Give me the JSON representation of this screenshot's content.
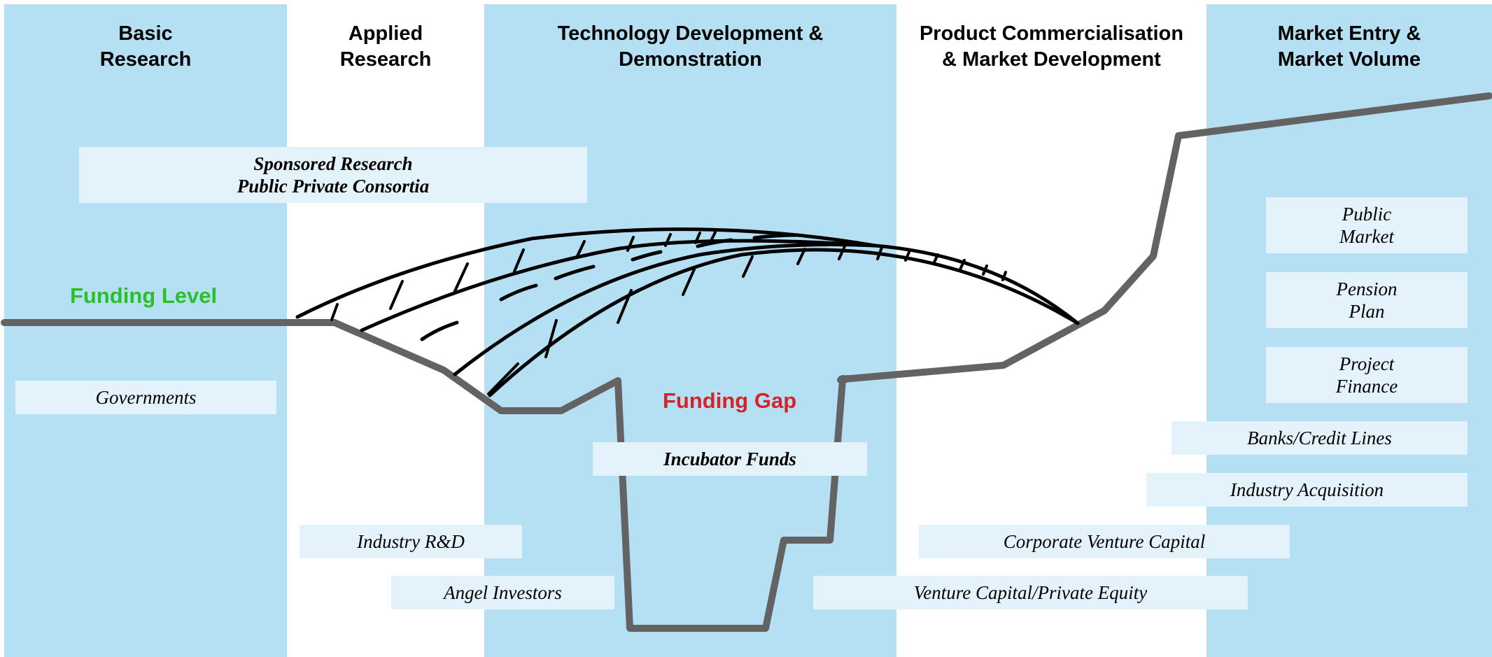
{
  "stages": [
    {
      "title": "Basic\nResearch"
    },
    {
      "title": "Applied\nResearch"
    },
    {
      "title": "Technology Development &\nDemonstration"
    },
    {
      "title": "Product Commercialisation\n& Market Development"
    },
    {
      "title": "Market Entry &\nMarket Volume"
    }
  ],
  "labels": {
    "funding_level": "Funding Level",
    "funding_gap": "Funding Gap"
  },
  "colors": {
    "band": "#b5e0f3",
    "source_box": "#e3f2fb",
    "funding_line": "#636363",
    "funding_level_text": "#2bbf2b",
    "funding_gap_text": "#d4232a"
  },
  "sources": {
    "sponsored": "Sponsored Research\nPublic Private Consortia",
    "governments": "Governments",
    "industry_rd": "Industry R&D",
    "angel": "Angel Investors",
    "incubator": "Incubator Funds",
    "corporate_vc": "Corporate Venture Capital",
    "vc_pe": "Venture Capital/Private Equity",
    "public_market": "Public\nMarket",
    "pension": "Pension\nPlan",
    "project_finance": "Project\nFinance",
    "banks": "Banks/Credit Lines",
    "industry_acq": "Industry Acquisition"
  }
}
